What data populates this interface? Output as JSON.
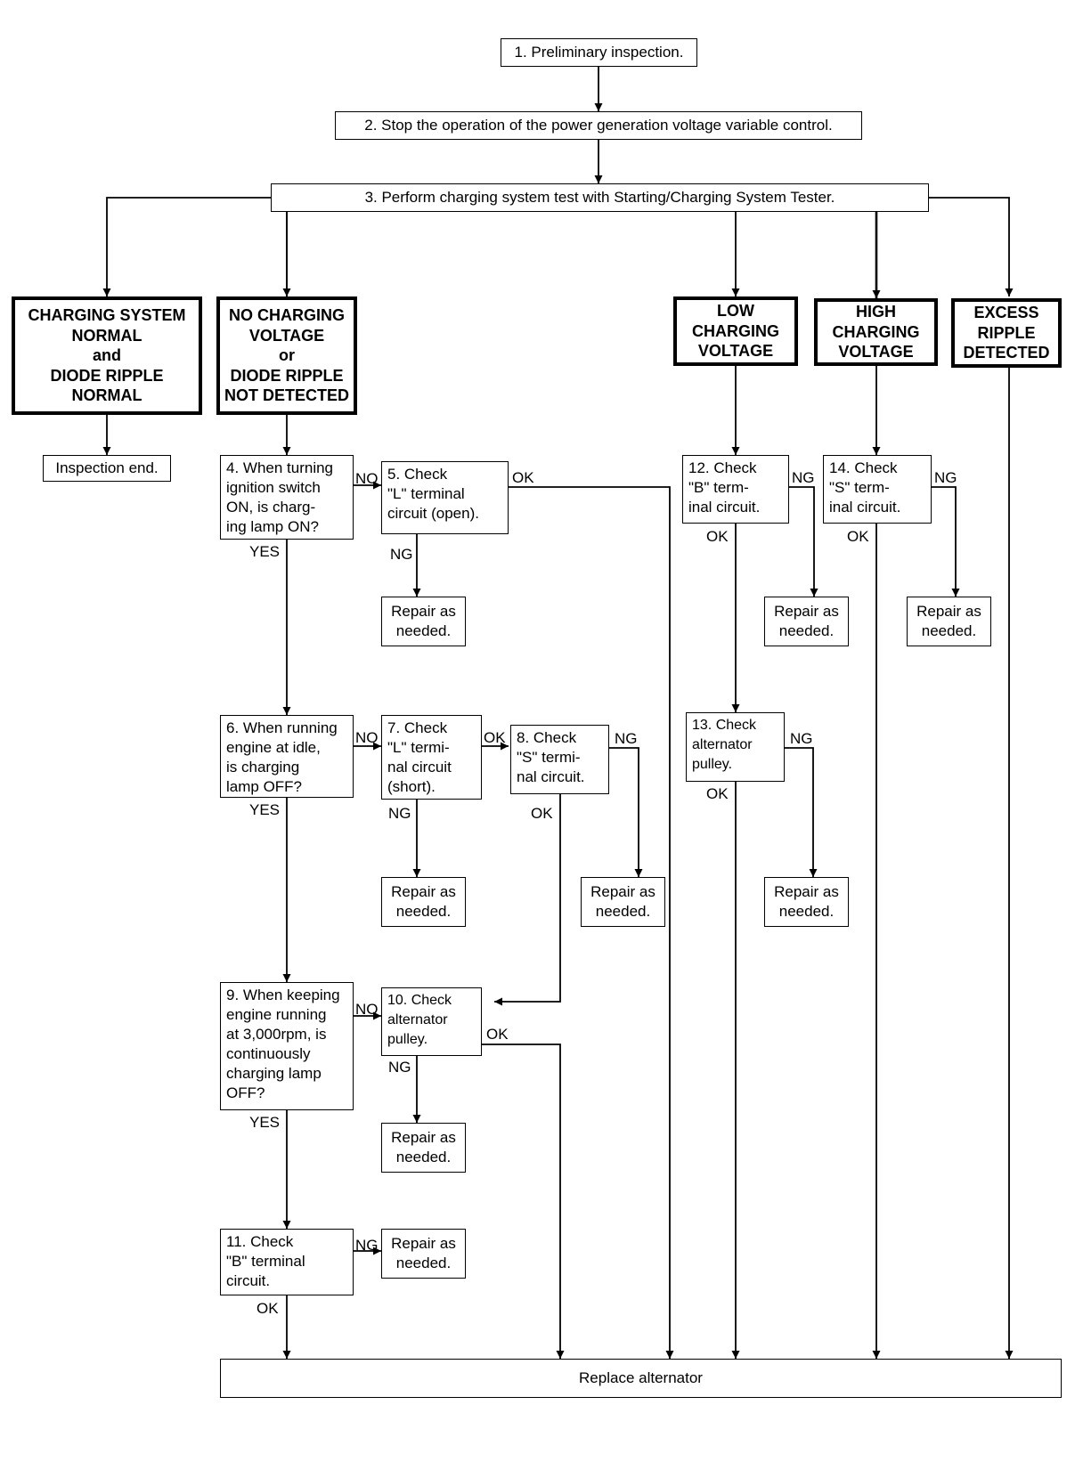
{
  "steps": {
    "s1": "1. Preliminary inspection.",
    "s2": "2. Stop the operation of the power generation voltage variable control.",
    "s3": "3. Perform charging system test with Starting/Charging System Tester.",
    "s4": "4. When turning\n    ignition switch\n    ON, is charg-\n    ing lamp ON?",
    "s5": "5. Check\n    \"L\" terminal\n    circuit (open).",
    "s6": "6. When running\n    engine at idle,\n    is charging\n    lamp OFF?",
    "s7": "7. Check\n    \"L\" termi-\n    nal circuit\n    (short).",
    "s8": "8. Check\n    \"S\" termi-\n    nal circuit.",
    "s9": "9. When keeping\n    engine running\n    at 3,000rpm, is\n    continuously\n    charging lamp\n    OFF?",
    "s10": "10. Check\n      alternator\n      pulley.",
    "s11": "11. Check\n      \"B\" terminal\n      circuit.",
    "s12": "12. Check\n      \"B\" term-\n      inal circuit.",
    "s13": "13. Check\n      alternator\n      pulley.",
    "s14": "14. Check\n      \"S\" term-\n      inal circuit."
  },
  "results": {
    "normal": "CHARGING SYSTEM\nNORMAL\nand\nDIODE RIPPLE\nNORMAL",
    "no_charging": "NO CHARGING\nVOLTAGE\nor\nDIODE RIPPLE\nNOT DETECTED",
    "low": "LOW\nCHARGING\nVOLTAGE",
    "high": "HIGH\nCHARGING\nVOLTAGE",
    "excess": "EXCESS\nRIPPLE\nDETECTED"
  },
  "terminals": {
    "inspection_end": "Inspection end.",
    "repair": "Repair as\nneeded.",
    "replace": "Replace alternator"
  },
  "labels": {
    "no": "NO",
    "yes": "YES",
    "ok": "OK",
    "ng": "NG"
  }
}
